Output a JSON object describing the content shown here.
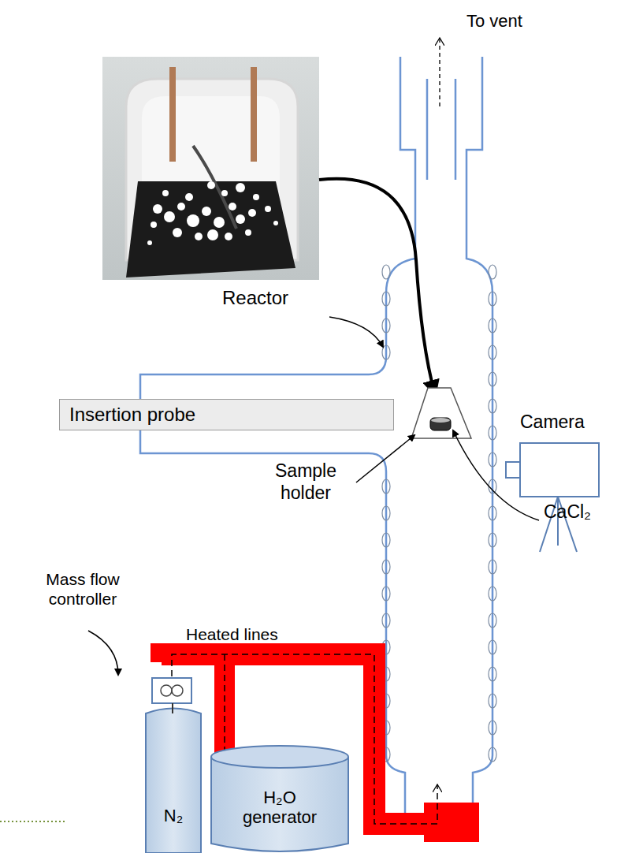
{
  "diagram": {
    "nodes": [
      {
        "text": [
          "Insertion probe"
        ]
      },
      {
        "text": [
          "N₂"
        ]
      },
      {
        "text": [
          "H₂O generator"
        ]
      }
    ],
    "labels": [
      "To vent",
      "Reactor",
      "Sample holder",
      "Camera",
      "CaCl₂",
      "Mass flow controller",
      "Heated lines"
    ]
  }
}
